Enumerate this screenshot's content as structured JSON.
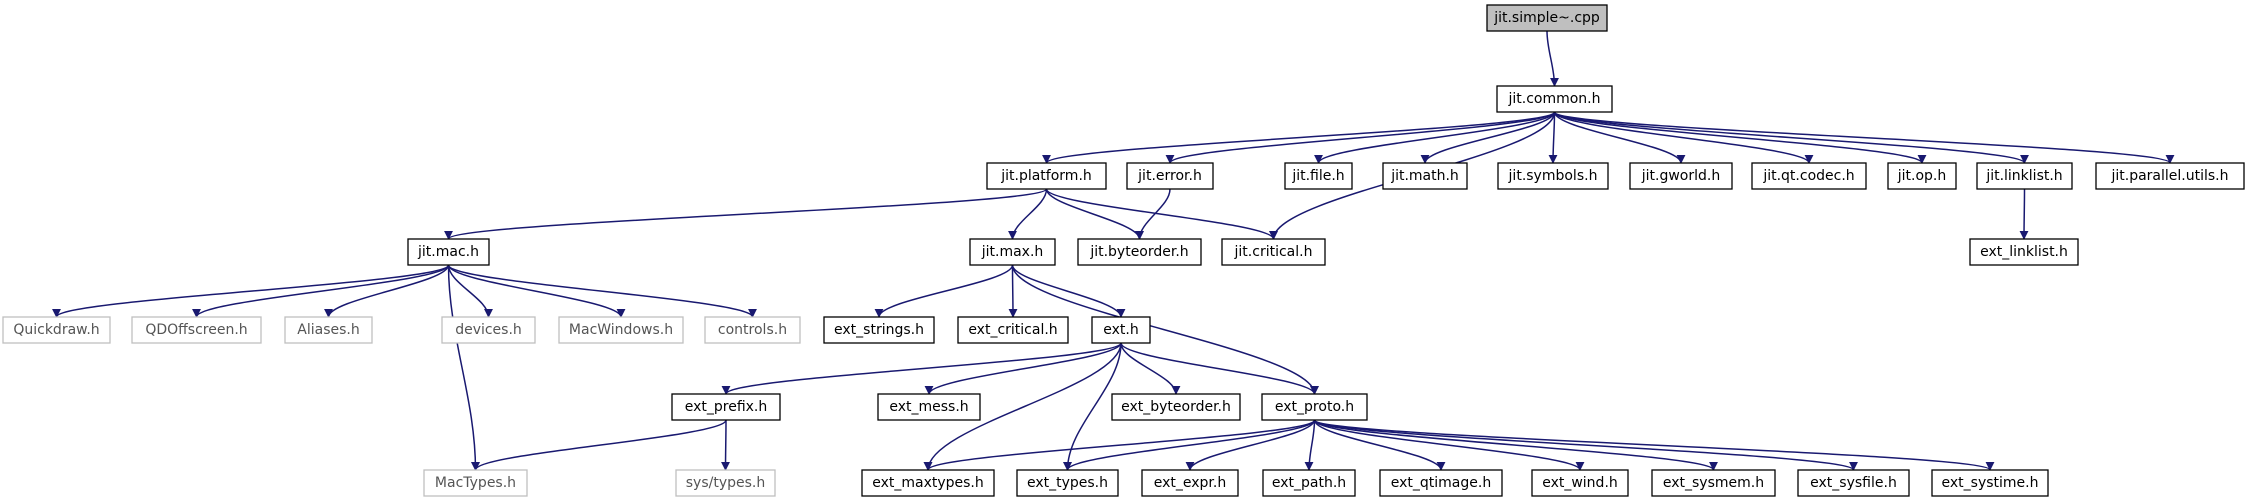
{
  "diagram": {
    "nodes": [
      {
        "id": "root",
        "label": "jit.simple~.cpp",
        "style": "root"
      },
      {
        "id": "common",
        "label": "jit.common.h",
        "style": "normal"
      },
      {
        "id": "platform",
        "label": "jit.platform.h",
        "style": "normal"
      },
      {
        "id": "error",
        "label": "jit.error.h",
        "style": "normal"
      },
      {
        "id": "file",
        "label": "jit.file.h",
        "style": "normal"
      },
      {
        "id": "math",
        "label": "jit.math.h",
        "style": "normal"
      },
      {
        "id": "symbols",
        "label": "jit.symbols.h",
        "style": "normal"
      },
      {
        "id": "gworld",
        "label": "jit.gworld.h",
        "style": "normal"
      },
      {
        "id": "qtcodec",
        "label": "jit.qt.codec.h",
        "style": "normal"
      },
      {
        "id": "op",
        "label": "jit.op.h",
        "style": "normal"
      },
      {
        "id": "linklist",
        "label": "jit.linklist.h",
        "style": "normal"
      },
      {
        "id": "parallel",
        "label": "jit.parallel.utils.h",
        "style": "normal"
      },
      {
        "id": "ext_linklist",
        "label": "ext_linklist.h",
        "style": "normal"
      },
      {
        "id": "mac",
        "label": "jit.mac.h",
        "style": "normal"
      },
      {
        "id": "max",
        "label": "jit.max.h",
        "style": "normal"
      },
      {
        "id": "byteorder",
        "label": "jit.byteorder.h",
        "style": "normal"
      },
      {
        "id": "critical",
        "label": "jit.critical.h",
        "style": "normal"
      },
      {
        "id": "quickdraw",
        "label": "Quickdraw.h",
        "style": "external"
      },
      {
        "id": "qdoff",
        "label": "QDOffscreen.h",
        "style": "external"
      },
      {
        "id": "aliases",
        "label": "Aliases.h",
        "style": "external"
      },
      {
        "id": "devices",
        "label": "devices.h",
        "style": "external"
      },
      {
        "id": "macwin",
        "label": "MacWindows.h",
        "style": "external"
      },
      {
        "id": "controls",
        "label": "controls.h",
        "style": "external"
      },
      {
        "id": "ext_strings",
        "label": "ext_strings.h",
        "style": "normal"
      },
      {
        "id": "ext_critical",
        "label": "ext_critical.h",
        "style": "normal"
      },
      {
        "id": "ext",
        "label": "ext.h",
        "style": "normal"
      },
      {
        "id": "ext_prefix",
        "label": "ext_prefix.h",
        "style": "normal"
      },
      {
        "id": "ext_mess",
        "label": "ext_mess.h",
        "style": "normal"
      },
      {
        "id": "ext_byteorder",
        "label": "ext_byteorder.h",
        "style": "normal"
      },
      {
        "id": "ext_proto",
        "label": "ext_proto.h",
        "style": "normal"
      },
      {
        "id": "mactypes",
        "label": "MacTypes.h",
        "style": "external"
      },
      {
        "id": "systypes",
        "label": "sys/types.h",
        "style": "external"
      },
      {
        "id": "ext_maxtypes",
        "label": "ext_maxtypes.h",
        "style": "normal"
      },
      {
        "id": "ext_types",
        "label": "ext_types.h",
        "style": "normal"
      },
      {
        "id": "ext_expr",
        "label": "ext_expr.h",
        "style": "normal"
      },
      {
        "id": "ext_path",
        "label": "ext_path.h",
        "style": "normal"
      },
      {
        "id": "ext_qtimage",
        "label": "ext_qtimage.h",
        "style": "normal"
      },
      {
        "id": "ext_wind",
        "label": "ext_wind.h",
        "style": "normal"
      },
      {
        "id": "ext_sysmem",
        "label": "ext_sysmem.h",
        "style": "normal"
      },
      {
        "id": "ext_sysfile",
        "label": "ext_sysfile.h",
        "style": "normal"
      },
      {
        "id": "ext_systime",
        "label": "ext_systime.h",
        "style": "normal"
      }
    ],
    "edges": [
      [
        "root",
        "common"
      ],
      [
        "common",
        "platform"
      ],
      [
        "common",
        "error"
      ],
      [
        "common",
        "critical"
      ],
      [
        "common",
        "file"
      ],
      [
        "common",
        "math"
      ],
      [
        "common",
        "symbols"
      ],
      [
        "common",
        "gworld"
      ],
      [
        "common",
        "qtcodec"
      ],
      [
        "common",
        "op"
      ],
      [
        "common",
        "linklist"
      ],
      [
        "common",
        "parallel"
      ],
      [
        "linklist",
        "ext_linklist"
      ],
      [
        "platform",
        "mac"
      ],
      [
        "platform",
        "max"
      ],
      [
        "platform",
        "byteorder"
      ],
      [
        "platform",
        "critical"
      ],
      [
        "error",
        "byteorder"
      ],
      [
        "mac",
        "quickdraw"
      ],
      [
        "mac",
        "qdoff"
      ],
      [
        "mac",
        "aliases"
      ],
      [
        "mac",
        "devices"
      ],
      [
        "mac",
        "macwin"
      ],
      [
        "mac",
        "controls"
      ],
      [
        "mac",
        "mactypes"
      ],
      [
        "max",
        "ext_strings"
      ],
      [
        "max",
        "ext_critical"
      ],
      [
        "max",
        "ext"
      ],
      [
        "max",
        "ext_proto"
      ],
      [
        "ext",
        "ext_prefix"
      ],
      [
        "ext",
        "ext_mess"
      ],
      [
        "ext",
        "ext_byteorder"
      ],
      [
        "ext",
        "ext_proto"
      ],
      [
        "ext",
        "ext_maxtypes"
      ],
      [
        "ext",
        "ext_types"
      ],
      [
        "ext_prefix",
        "mactypes"
      ],
      [
        "ext_prefix",
        "systypes"
      ],
      [
        "ext_proto",
        "ext_maxtypes"
      ],
      [
        "ext_proto",
        "ext_types"
      ],
      [
        "ext_proto",
        "ext_expr"
      ],
      [
        "ext_proto",
        "ext_path"
      ],
      [
        "ext_proto",
        "ext_qtimage"
      ],
      [
        "ext_proto",
        "ext_wind"
      ],
      [
        "ext_proto",
        "ext_sysmem"
      ],
      [
        "ext_proto",
        "ext_sysfile"
      ],
      [
        "ext_proto",
        "ext_systime"
      ]
    ]
  }
}
